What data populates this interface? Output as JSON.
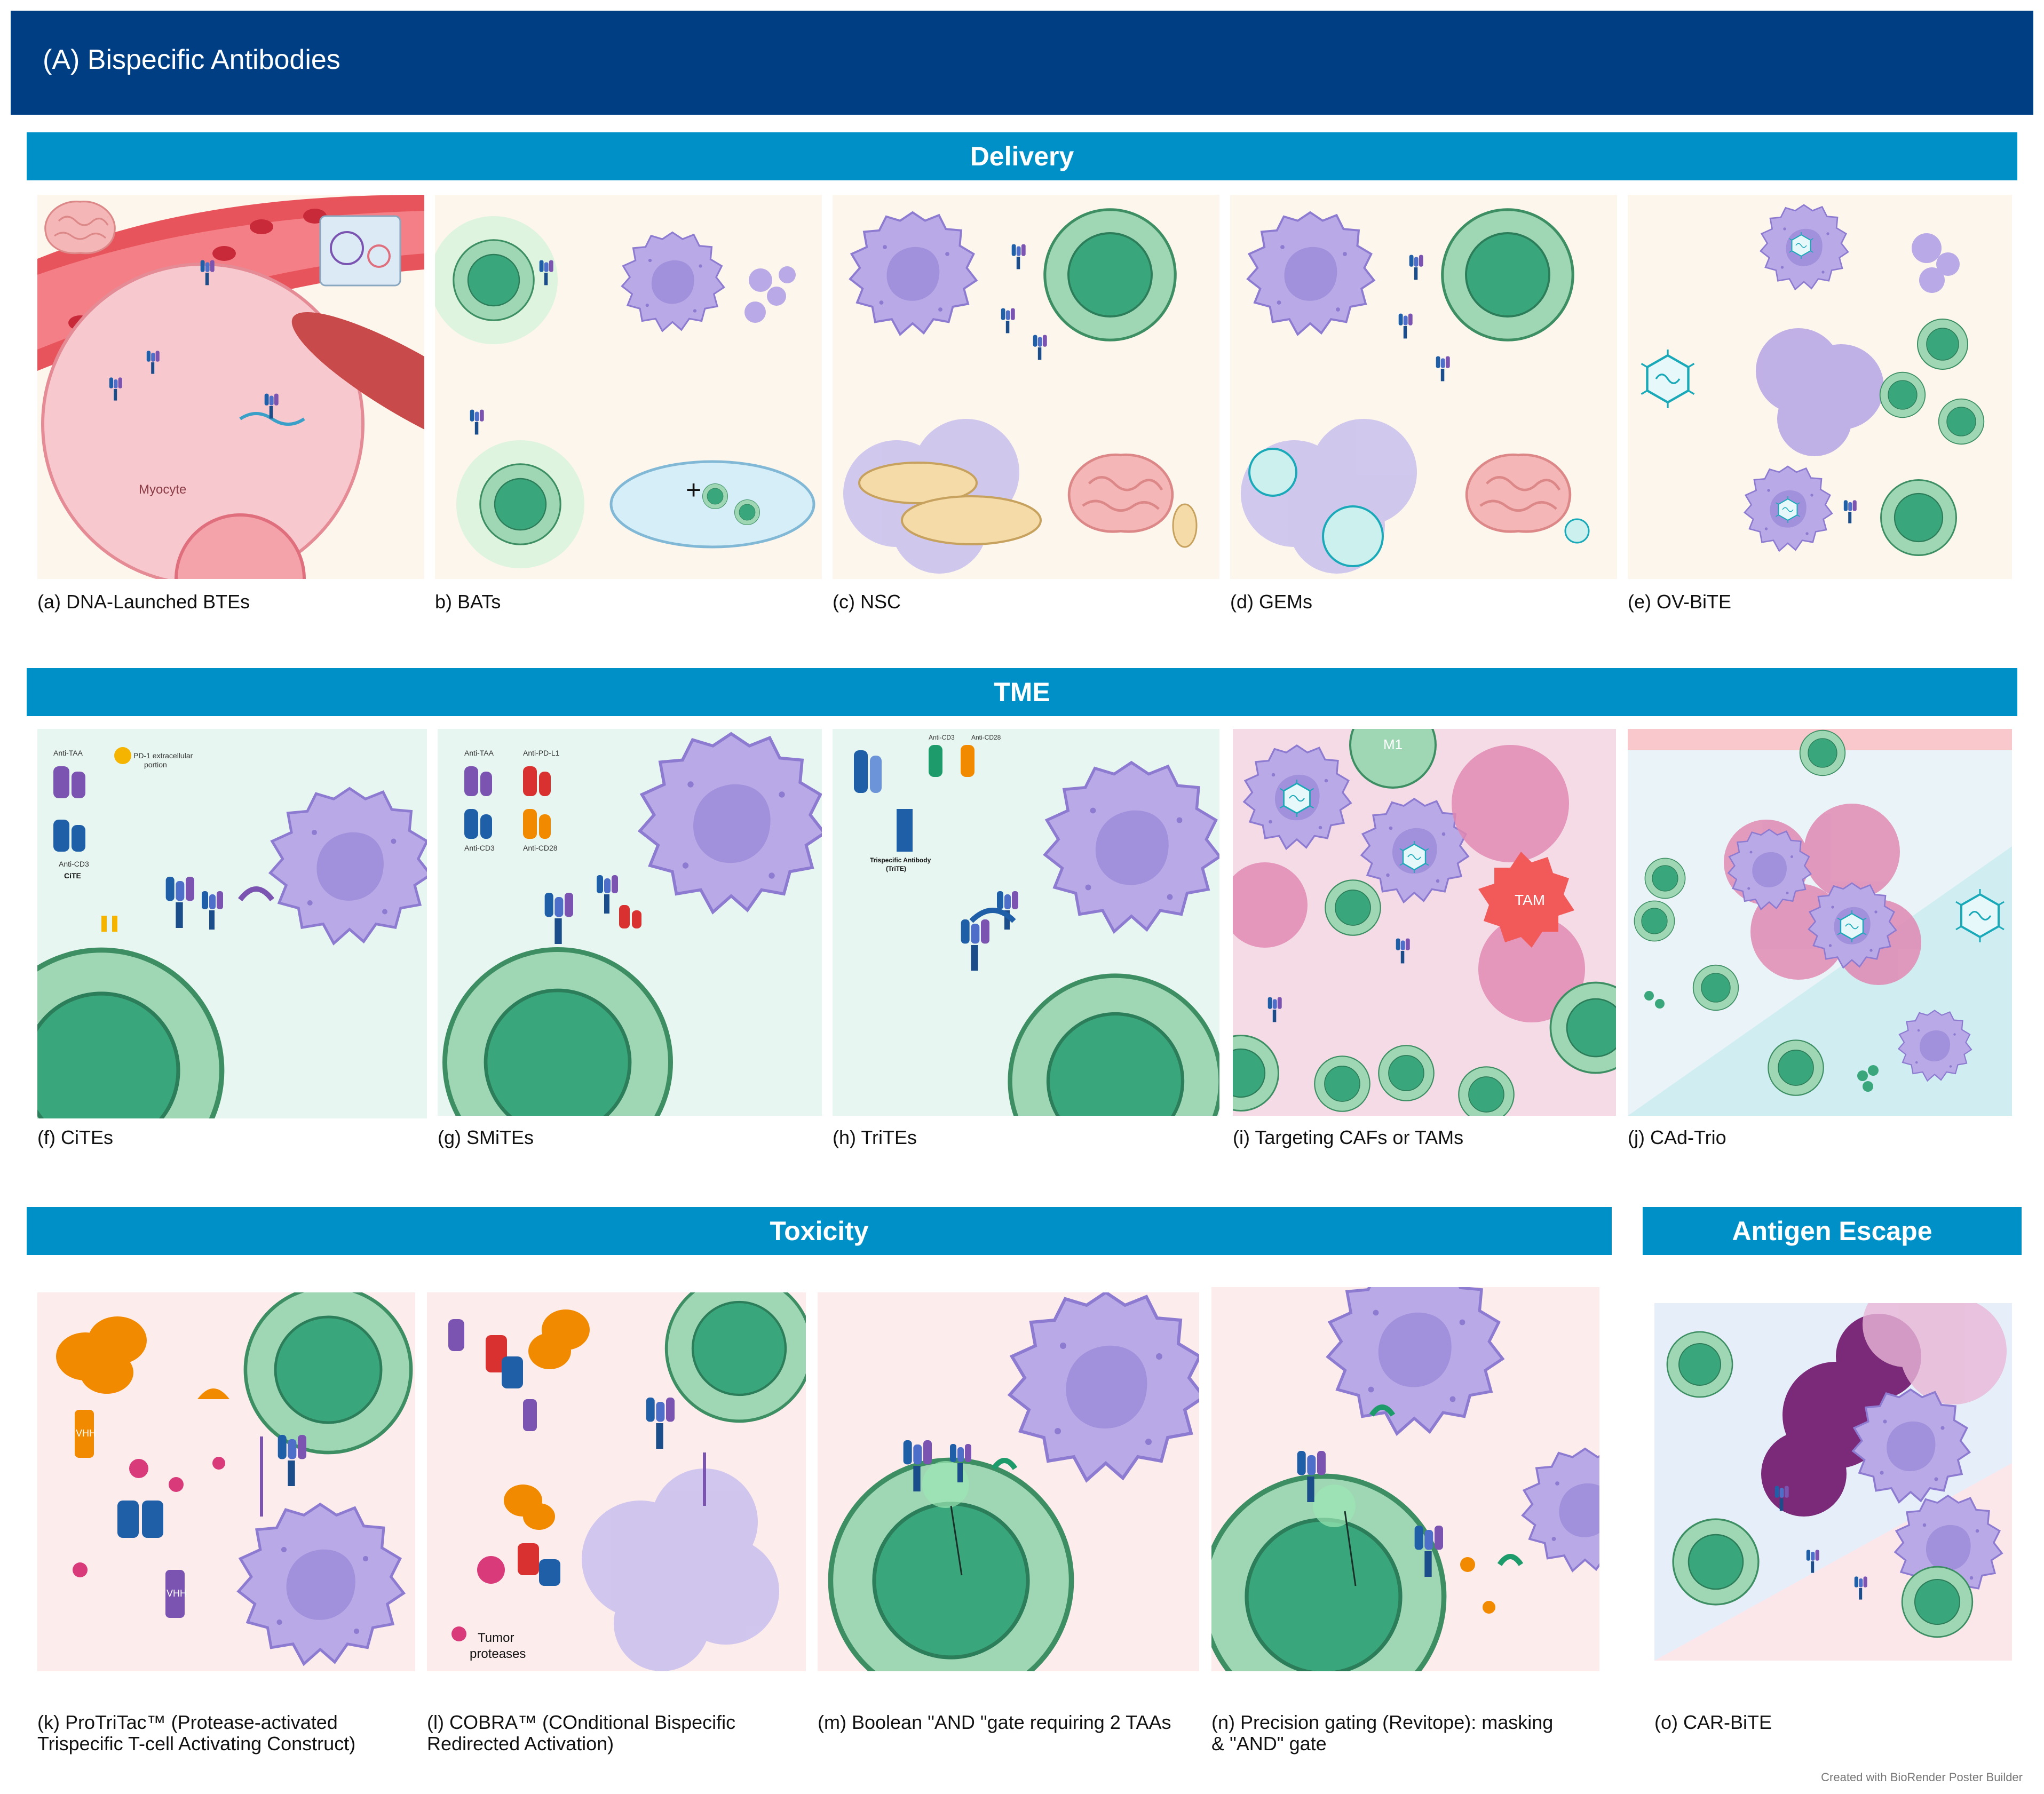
{
  "header": {
    "title": "(A) Bispecific  Antibodies"
  },
  "sections": {
    "delivery": "Delivery",
    "tme": "TME",
    "toxicity": "Toxicity",
    "antigen_escape": "Antigen Escape"
  },
  "panels": {
    "a": {
      "caption": "(a) DNA-Launched BTEs",
      "label_myocyte": "Myocyte"
    },
    "b": {
      "caption": "b) BATs"
    },
    "c": {
      "caption": "(c) NSC"
    },
    "d": {
      "caption": "(d) GEMs"
    },
    "e": {
      "caption": "(e) OV-BiTE"
    },
    "f": {
      "caption": "(f) CiTEs",
      "label_anti_taa": "Anti-TAA",
      "label_pd1": "PD-1 extracellular",
      "label_pd1_2": "portion",
      "label_anti_cd3": "Anti-CD3",
      "label_cite": "CiTE"
    },
    "g": {
      "caption": "(g) SMiTEs",
      "label_anti_taa": "Anti-TAA",
      "label_anti_pdl1": "Anti-PD-L1",
      "label_anti_cd3": "Anti-CD3",
      "label_anti_cd28": "Anti-CD28"
    },
    "h": {
      "caption": "(h) TriTEs",
      "label_anti_cd3": "Anti-CD3",
      "label_anti_cd28": "Anti-CD28",
      "label_tri": "Trispecific Antibody",
      "label_trite": "(TriTE)"
    },
    "i": {
      "caption": "(i) Targeting CAFs or TAMs",
      "label_m1": "M1",
      "label_tam": "TAM"
    },
    "j": {
      "caption": "(j) CAd-Trio"
    },
    "k": {
      "caption_line1": "(k) ProTriTac™ (Protease-activated",
      "caption_line2": "Trispecific T-cell Activating Construct)",
      "label_vhh1": "VHH",
      "label_vhh2": "VHH"
    },
    "l": {
      "caption_line1": "(l) COBRA™ (COnditional Bispecific",
      "caption_line2": "Redirected Activation)",
      "label_tumor": "Tumor",
      "label_proteases": "proteases"
    },
    "m": {
      "caption": "(m) Boolean \"AND \"gate requiring 2 TAAs"
    },
    "n": {
      "caption_line1": "(n) Precision gating (Revitope): masking",
      "caption_line2": "& \"AND\" gate"
    },
    "o": {
      "caption": "(o) CAR-BiTE"
    }
  },
  "footer": {
    "credit": "Created with BioRender Poster Builder"
  },
  "colors": {
    "header_bg": "#003e84",
    "section_bg": "#0090c8",
    "tumor_cell": "#b9a9e6",
    "t_cell": "#3aa67b",
    "t_cell_outer": "#9fd7b5"
  }
}
